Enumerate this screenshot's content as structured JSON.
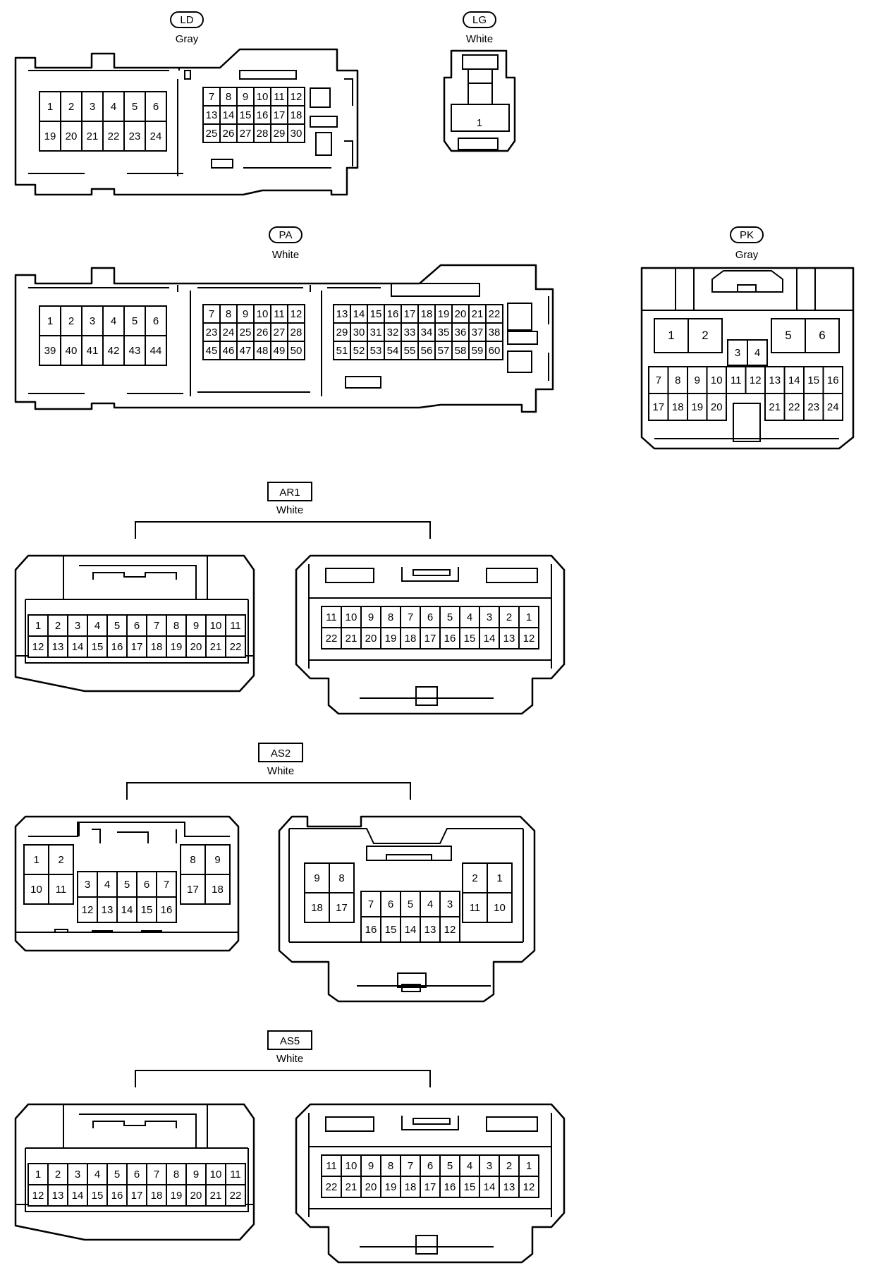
{
  "connectors": {
    "LD": {
      "name": "LD",
      "color": "Gray",
      "pins_a": [
        "1",
        "2",
        "3",
        "4",
        "5",
        "6",
        "19",
        "20",
        "21",
        "22",
        "23",
        "24"
      ],
      "pins_b": [
        "7",
        "8",
        "9",
        "10",
        "11",
        "12",
        "13",
        "14",
        "15",
        "16",
        "17",
        "18",
        "25",
        "26",
        "27",
        "28",
        "29",
        "30"
      ]
    },
    "LG": {
      "name": "LG",
      "color": "White",
      "pins": [
        "1"
      ]
    },
    "PA": {
      "name": "PA",
      "color": "White",
      "pins_a": [
        "1",
        "2",
        "3",
        "4",
        "5",
        "6",
        "39",
        "40",
        "41",
        "42",
        "43",
        "44"
      ],
      "pins_b": [
        "7",
        "8",
        "9",
        "10",
        "11",
        "12",
        "23",
        "24",
        "25",
        "26",
        "27",
        "28",
        "45",
        "46",
        "47",
        "48",
        "49",
        "50"
      ],
      "pins_c": [
        "13",
        "14",
        "15",
        "16",
        "17",
        "18",
        "19",
        "20",
        "21",
        "22",
        "29",
        "30",
        "31",
        "32",
        "33",
        "34",
        "35",
        "36",
        "37",
        "38",
        "51",
        "52",
        "53",
        "54",
        "55",
        "56",
        "57",
        "58",
        "59",
        "60"
      ]
    },
    "PK": {
      "name": "PK",
      "color": "Gray",
      "pins_big": [
        "1",
        "2",
        "5",
        "6"
      ],
      "pins_mid": [
        "3",
        "4"
      ],
      "pins_row1": [
        "7",
        "8",
        "9",
        "10",
        "11",
        "12",
        "13",
        "14",
        "15",
        "16"
      ],
      "pins_row2_left": [
        "17",
        "18",
        "19",
        "20"
      ],
      "pins_row2_right": [
        "21",
        "22",
        "23",
        "24"
      ]
    },
    "AR1": {
      "name": "AR1",
      "color": "White",
      "left_row1": [
        "1",
        "2",
        "3",
        "4",
        "5",
        "6",
        "7",
        "8",
        "9",
        "10",
        "11"
      ],
      "left_row2": [
        "12",
        "13",
        "14",
        "15",
        "16",
        "17",
        "18",
        "19",
        "20",
        "21",
        "22"
      ],
      "right_row1": [
        "11",
        "10",
        "9",
        "8",
        "7",
        "6",
        "5",
        "4",
        "3",
        "2",
        "1"
      ],
      "right_row2": [
        "22",
        "21",
        "20",
        "19",
        "18",
        "17",
        "16",
        "15",
        "14",
        "13",
        "12"
      ]
    },
    "AS2": {
      "name": "AS2",
      "color": "White",
      "left_a": [
        "1",
        "2",
        "10",
        "11"
      ],
      "left_mid_row1": [
        "3",
        "4",
        "5",
        "6",
        "7"
      ],
      "left_mid_row2": [
        "12",
        "13",
        "14",
        "15",
        "16"
      ],
      "left_b": [
        "8",
        "9",
        "17",
        "18"
      ],
      "right_a": [
        "9",
        "8",
        "18",
        "17"
      ],
      "right_mid_row1": [
        "7",
        "6",
        "5",
        "4",
        "3"
      ],
      "right_mid_row2": [
        "16",
        "15",
        "14",
        "13",
        "12"
      ],
      "right_b": [
        "2",
        "1",
        "11",
        "10"
      ]
    },
    "AS5": {
      "name": "AS5",
      "color": "White",
      "left_row1": [
        "1",
        "2",
        "3",
        "4",
        "5",
        "6",
        "7",
        "8",
        "9",
        "10",
        "11"
      ],
      "left_row2": [
        "12",
        "13",
        "14",
        "15",
        "16",
        "17",
        "18",
        "19",
        "20",
        "21",
        "22"
      ],
      "right_row1": [
        "11",
        "10",
        "9",
        "8",
        "7",
        "6",
        "5",
        "4",
        "3",
        "2",
        "1"
      ],
      "right_row2": [
        "22",
        "21",
        "20",
        "19",
        "18",
        "17",
        "16",
        "15",
        "14",
        "13",
        "12"
      ]
    }
  }
}
